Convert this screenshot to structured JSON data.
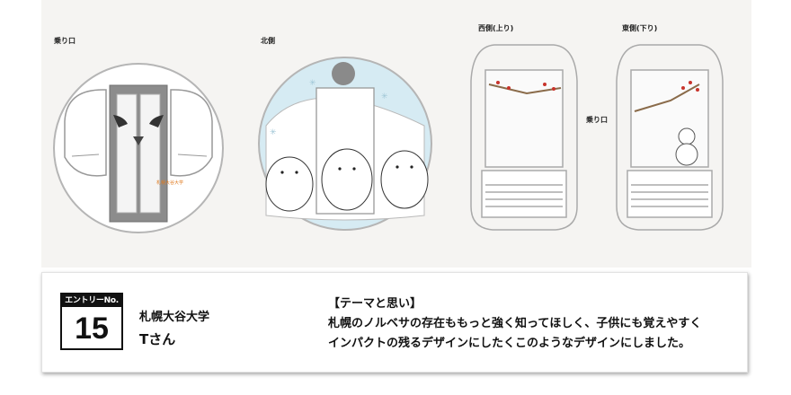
{
  "views": {
    "entrance": "乗り口",
    "north": "北側",
    "west": "西側(上り)",
    "east": "東側(下り)",
    "middle_entrance": "乗り口"
  },
  "door_sign": "札幌大谷大学",
  "card": {
    "entry_label": "エントリーNo.",
    "entry_number": "15",
    "university": "札幌大谷大学",
    "person": "Tさん",
    "theme_heading": "【テーマと思い】",
    "theme_lines": [
      "札幌のノルベサの存在ももっと強く知ってほしく、子供にも覚えやすく",
      "インパクトの残るデザインにしたくこのようなデザインにしました。"
    ]
  },
  "colors": {
    "panel_bg": "#f5f4f2",
    "door_frame": "#8a8a8a",
    "sky_blue": "#d6ebf3",
    "berry_red": "#c8342c",
    "sign_orange": "#e07a20"
  }
}
